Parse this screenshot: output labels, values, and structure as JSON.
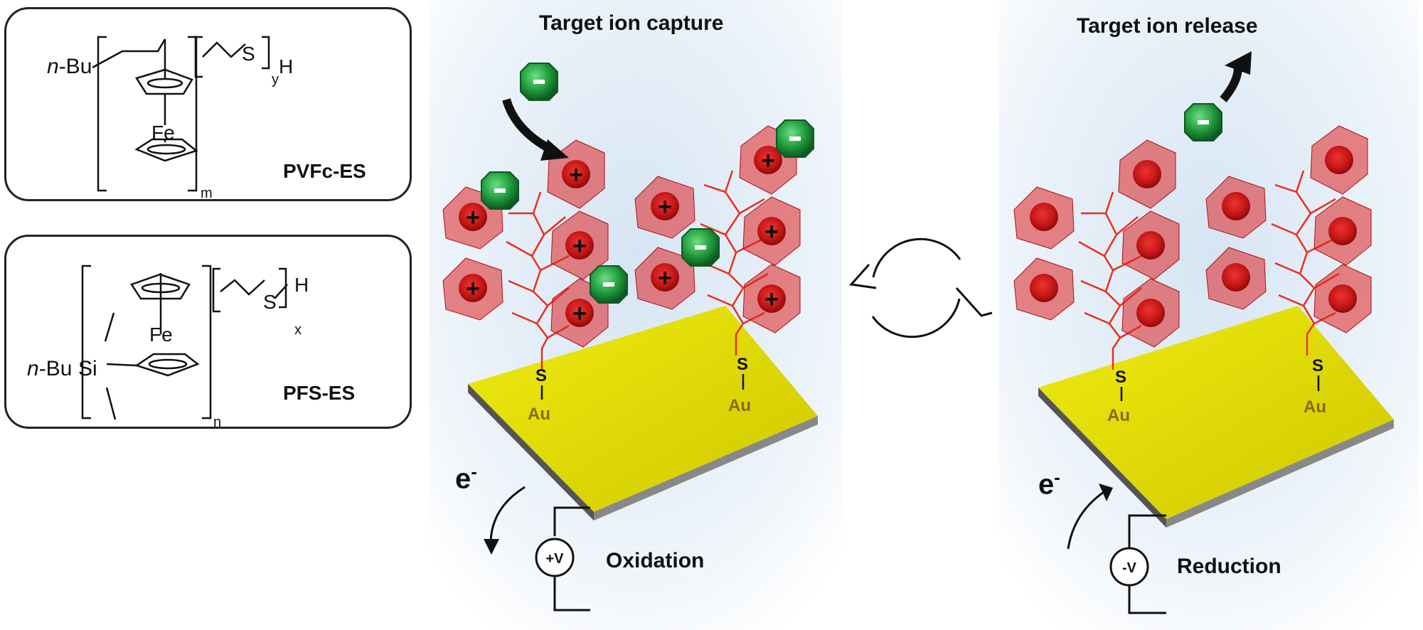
{
  "structures": {
    "pvfc": {
      "name": "PVFc-ES",
      "end_group": "n-Bu",
      "atom_s": "S",
      "atom_h": "H",
      "atom_fe": "Fe",
      "sub_y": "y",
      "sub_m": "m"
    },
    "pfs": {
      "name": "PFS-ES",
      "end_group": "n-Bu",
      "atom_si": "Si",
      "atom_s": "S",
      "atom_h": "H",
      "atom_fe": "Fe",
      "sub_x": "x",
      "sub_n": "n"
    }
  },
  "capture_panel": {
    "title": "Target ion capture",
    "electron": "e",
    "electron_sup": "-",
    "voltage": "+V",
    "process": "Oxidation",
    "anchor_s": "S",
    "anchor_au": "Au",
    "cation_sign": "+",
    "anion_sign": "-"
  },
  "release_panel": {
    "title": "Target ion release",
    "electron": "e",
    "electron_sup": "-",
    "voltage": "-V",
    "process": "Reduction",
    "anchor_s": "S",
    "anchor_au": "Au",
    "anion_sign": "-"
  },
  "colors": {
    "gold_top": "#e6e000",
    "gold_side": "#9a9400",
    "ferrocenium_red": "#cc1a1a",
    "polymer_line": "#e8301c",
    "anion_green": "#1f9a3c",
    "au_label": "#8a6a1a",
    "panel_glow": "#dbe7f3"
  }
}
